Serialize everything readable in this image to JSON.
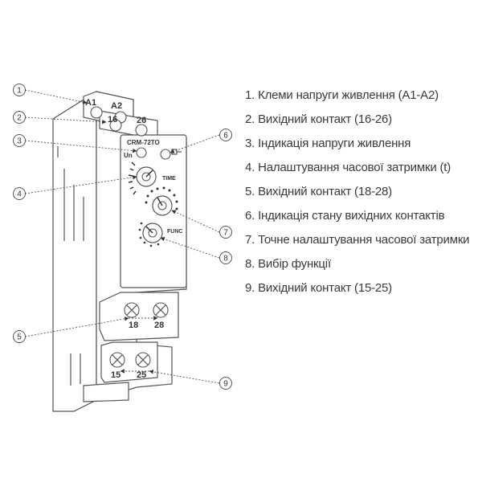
{
  "device": {
    "model": "CRM-72TO",
    "label_on": "Un",
    "label_time": "TIME",
    "label_func": "FUNC"
  },
  "terminals": {
    "top_left": "A1",
    "top_right": "A2",
    "mid_left": "16",
    "mid_right": "26",
    "bottom_upper_left": "18",
    "bottom_upper_right": "28",
    "bottom_lower_left": "15",
    "bottom_lower_right": "25"
  },
  "callouts": [
    "1",
    "2",
    "3",
    "4",
    "5",
    "6",
    "7",
    "8",
    "9"
  ],
  "legend": [
    "1. Клеми напруги живлення (А1-А2)",
    "2. Вихідний контакт (16-26)",
    "3. Індикація напруги живлення",
    "4. Налаштування часової затримки (t)",
    "5. Вихідний контакт (18-28)",
    "6. Індикація стану вихідних контактів",
    "7. Точне налаштування часової затримки",
    "8. Вибір функції",
    "9. Вихідний контакт (15-25)"
  ],
  "colors": {
    "line": "#555555",
    "text": "#3a3a3a",
    "body": "#ffffff"
  }
}
